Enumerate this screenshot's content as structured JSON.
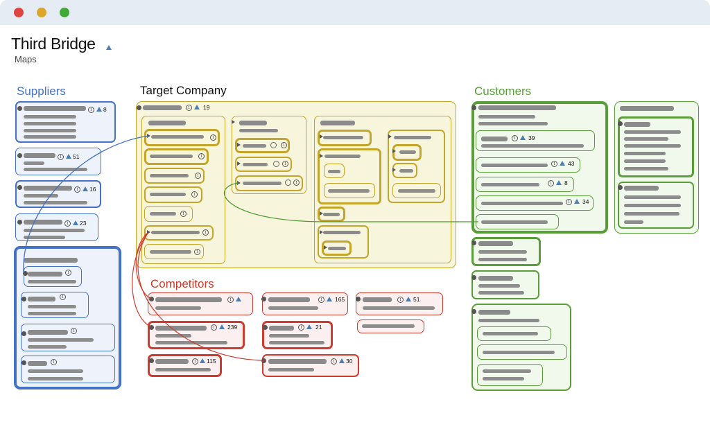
{
  "window": {
    "buttons": [
      "close",
      "minimize",
      "maximize"
    ],
    "colors": [
      "#e0443e",
      "#dca628",
      "#3faa35"
    ]
  },
  "brand": {
    "name": "Third Bridge",
    "icon": "triangle-icon",
    "subtitle": "Maps"
  },
  "colors": {
    "suppliers": "#4472c4",
    "target": "#c4a52a",
    "competitors": "#cc3b2e",
    "customers": "#5a9e3a"
  },
  "sections": {
    "suppliers": "Suppliers",
    "target": "Target Company",
    "competitors": "Competitors",
    "customers": "Customers"
  },
  "counts": {
    "target_main": "19",
    "suppliers": [
      "8",
      "51",
      "16",
      "23"
    ],
    "competitors": [
      "165",
      "51",
      "239",
      "21",
      "115",
      "30"
    ],
    "customers": [
      "39",
      "43",
      "8",
      "34"
    ]
  },
  "icons": [
    "info-icon",
    "triangle-icon",
    "link-icon",
    "arrow-icon",
    "connector-dot"
  ]
}
